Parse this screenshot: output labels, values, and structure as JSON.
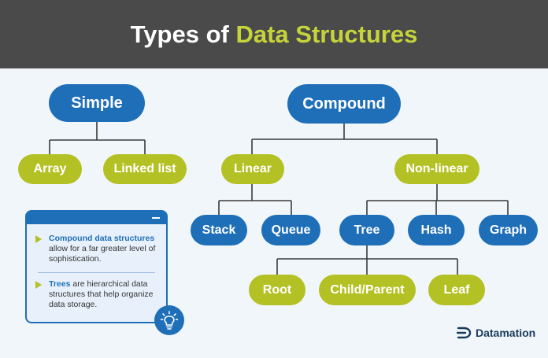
{
  "title": {
    "prefix": "Types of",
    "highlight": "Data Structures"
  },
  "nodes": {
    "simple": "Simple",
    "compound": "Compound",
    "array": "Array",
    "linked_list": "Linked list",
    "linear": "Linear",
    "non_linear": "Non-linear",
    "stack": "Stack",
    "queue": "Queue",
    "tree": "Tree",
    "hash": "Hash",
    "graph": "Graph",
    "root": "Root",
    "child_parent": "Child/Parent",
    "leaf": "Leaf"
  },
  "info_panel": {
    "item1_bold": "Compound data structures",
    "item1_text": "allow for a far greater level of sophistication.",
    "item2_bold": "Trees",
    "item2_text": "are hierarchical data structures that help organize data storage."
  },
  "brand": {
    "name": "Datamation"
  },
  "colors": {
    "header_bg": "#4a4a4a",
    "accent_green": "#b4c124",
    "accent_blue": "#1f6fb8",
    "background": "#f1f6fa"
  },
  "icons": [
    "lightbulb-icon",
    "minimize-icon",
    "arrow-bullet-icon",
    "datamation-logo-icon"
  ]
}
